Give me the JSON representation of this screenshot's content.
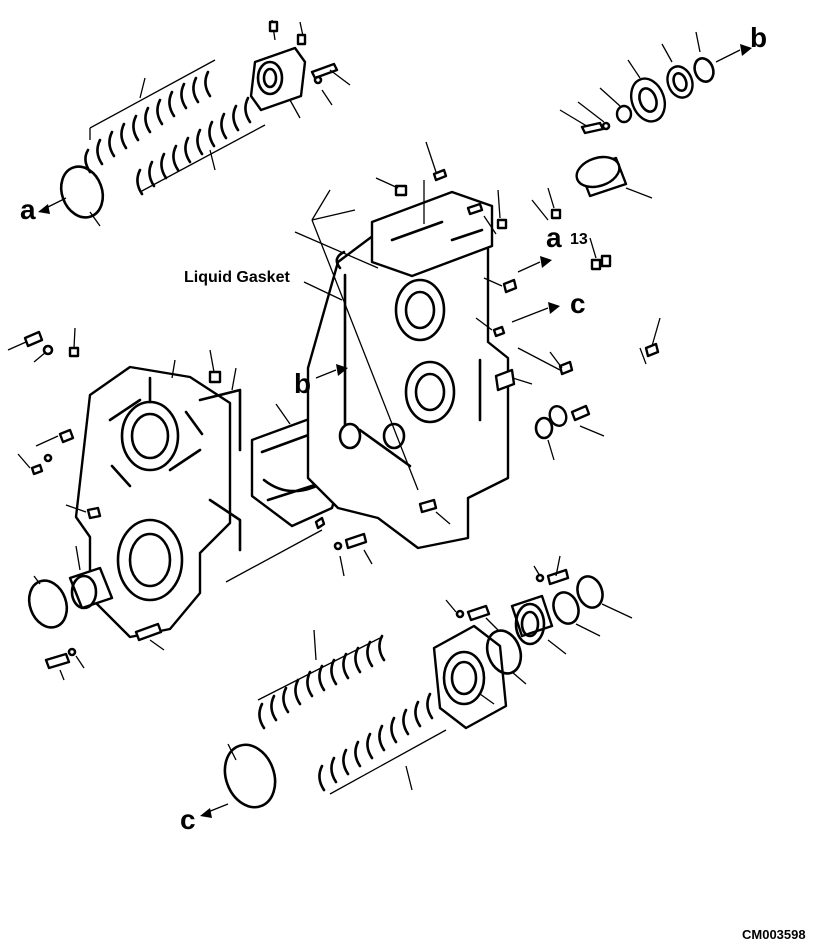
{
  "callouts": {
    "liquid_gasket": "Liquid Gasket",
    "number_13": "13",
    "a_left": "a",
    "a_right": "a",
    "b_top": "b",
    "b_mid": "b",
    "c_right": "c",
    "c_bottom": "c"
  },
  "drawing_code": "CM003598"
}
